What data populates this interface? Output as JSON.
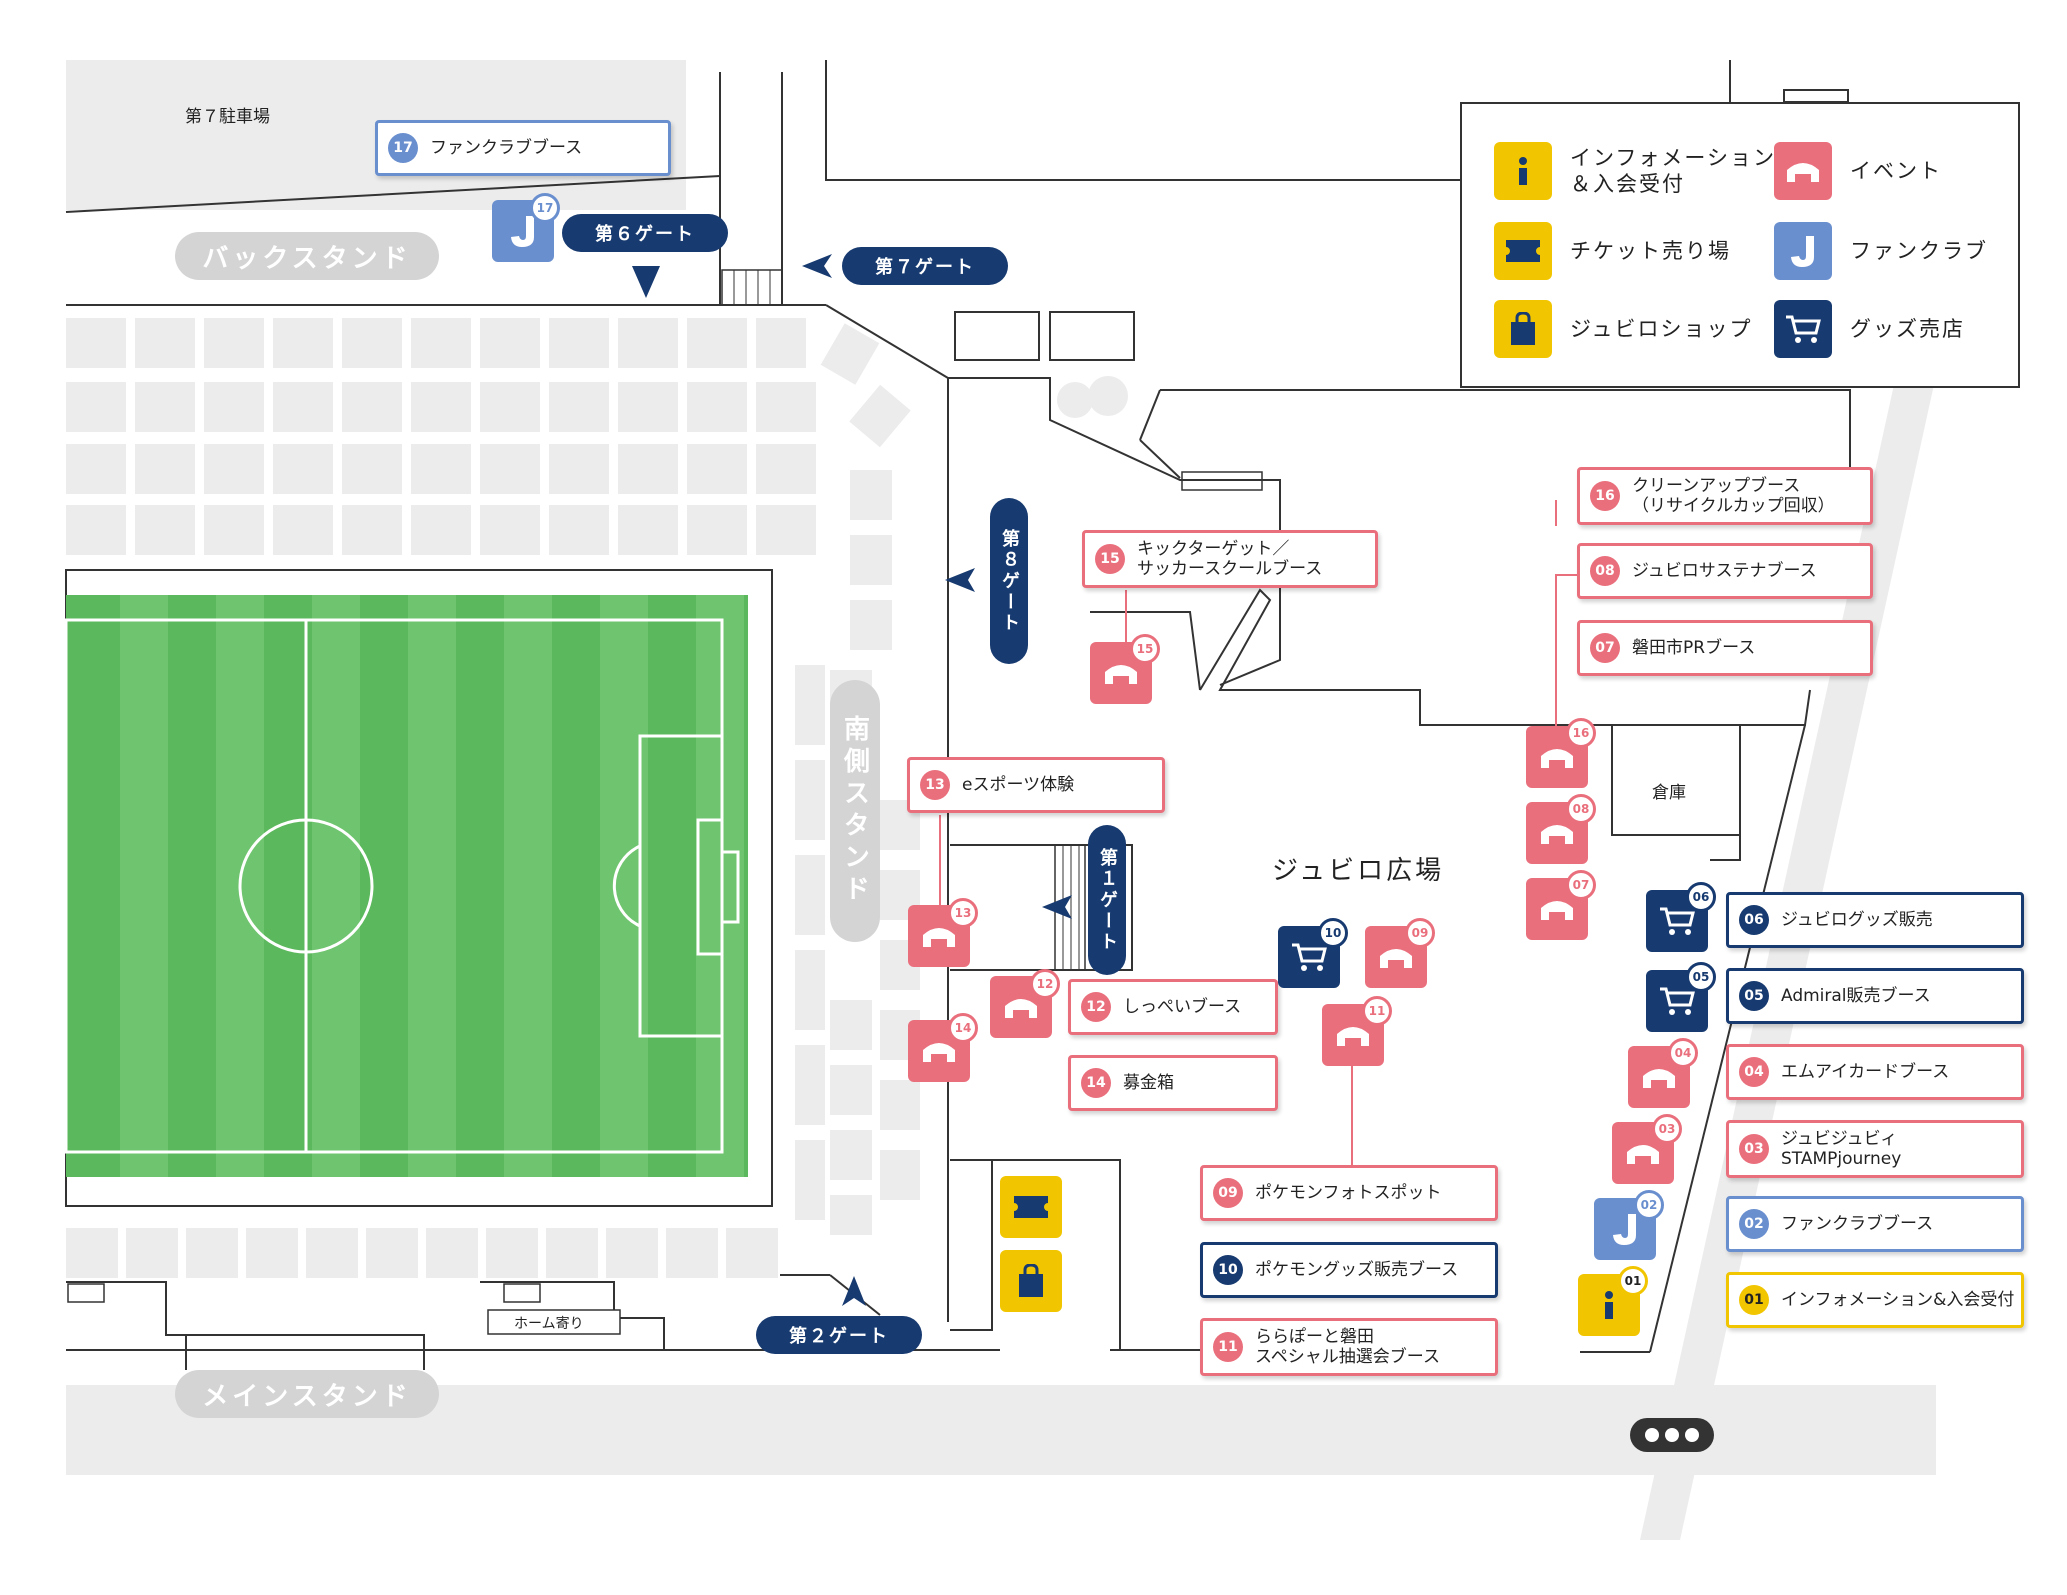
{
  "map": {
    "areas": {
      "parking": "第７駐車場",
      "plaza": "ジュビロ広場",
      "storage": "倉庫",
      "home_side": "ホーム寄り"
    },
    "stands": {
      "back": "バックスタンド",
      "main": "メインスタンド",
      "south": "南側スタンド"
    },
    "gates": {
      "g6": "第６ゲート",
      "g7": "第７ゲート",
      "g8": "第８ゲート",
      "g1": "第１ゲート",
      "g2": "第２ゲート"
    }
  },
  "legend": {
    "items": [
      {
        "label": "インフォメーション\n＆入会受付",
        "icon": "info-icon",
        "color": "#f1c500"
      },
      {
        "label": "イベント",
        "icon": "tent-icon",
        "color": "#ea6f7d"
      },
      {
        "label": "チケット売り場",
        "icon": "ticket-icon",
        "color": "#f1c500"
      },
      {
        "label": "ファンクラブ",
        "icon": "j-letter-icon",
        "color": "#6a8fcf"
      },
      {
        "label": "ジュビロショップ",
        "icon": "shopping-bag-icon",
        "color": "#f1c500"
      },
      {
        "label": "グッズ売店",
        "icon": "cart-icon",
        "color": "#173a70"
      }
    ]
  },
  "booths": {
    "b01": {
      "num": "01",
      "label": "インフォメーション&入会受付"
    },
    "b02": {
      "num": "02",
      "label": "ファンクラブブース"
    },
    "b03": {
      "num": "03",
      "label": "ジュビジュビィ\nSTAMPjourney"
    },
    "b04": {
      "num": "04",
      "label": "エムアイカードブース"
    },
    "b05": {
      "num": "05",
      "label": "Admiral販売ブース"
    },
    "b06": {
      "num": "06",
      "label": "ジュビログッズ販売"
    },
    "b07": {
      "num": "07",
      "label": "磐田市PRブース"
    },
    "b08": {
      "num": "08",
      "label": "ジュビロサステナブース"
    },
    "b09": {
      "num": "09",
      "label": "ポケモンフォトスポット"
    },
    "b10": {
      "num": "10",
      "label": "ポケモングッズ販売ブース"
    },
    "b11": {
      "num": "11",
      "label": "ららぽーと磐田\nスペシャル抽選会ブース"
    },
    "b12": {
      "num": "12",
      "label": "しっぺいブース"
    },
    "b13": {
      "num": "13",
      "label": "eスポーツ体験"
    },
    "b14": {
      "num": "14",
      "label": "募金箱"
    },
    "b15": {
      "num": "15",
      "label": "キックターゲット／\nサッカースクールブース"
    },
    "b16": {
      "num": "16",
      "label": "クリーンアップブース\n（リサイクルカップ回収）"
    },
    "b17": {
      "num": "17",
      "label": "ファンクラブブース"
    }
  },
  "colors": {
    "event": "#ea6f7d",
    "navy": "#173a70",
    "fanclub": "#6a8fcf",
    "yellow": "#f1c500",
    "pitch": "#5cb85c",
    "stand_gray": "#d4d4d4"
  }
}
